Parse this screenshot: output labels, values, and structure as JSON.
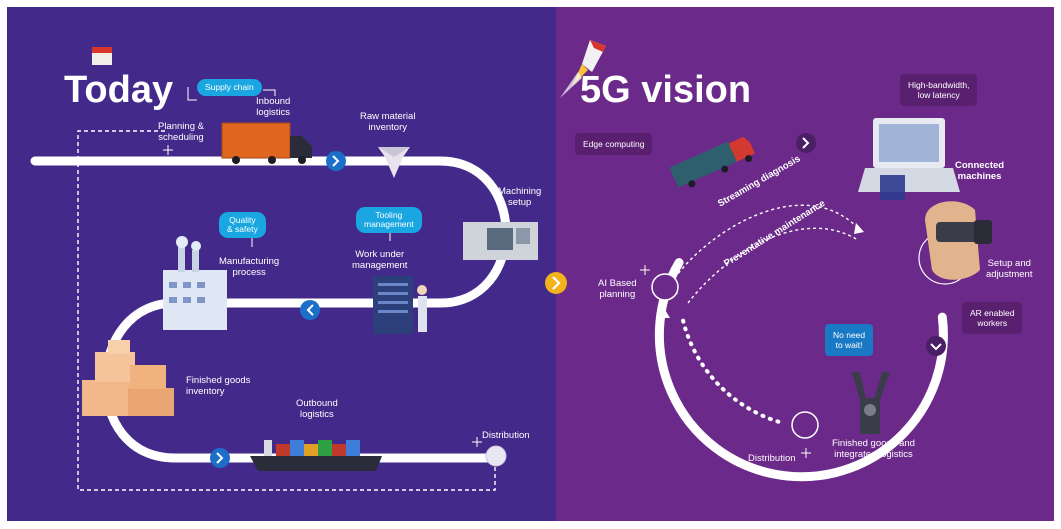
{
  "today": {
    "title": "Today",
    "supply_chain": "Supply chain",
    "planning": "Planning &\nscheduling",
    "inbound": "Inbound\nlogistics",
    "raw_material": "Raw material\ninventory",
    "machining": "Machining\nsetup",
    "tooling": "Tooling\nmanagement",
    "work_under": "Work under\nmanagement",
    "quality": "Quality\n& safety",
    "manufacturing": "Manufacturing\nprocess",
    "finished_goods": "Finished goods\ninventory",
    "outbound": "Outbound\nlogistics",
    "distribution": "Distribution"
  },
  "vision": {
    "title": "5G vision",
    "edge": "Edge computing",
    "high_bandwidth": "High-bandwidth,\nlow latency",
    "connected": "Connected\nmachines",
    "streaming": "Streaming diagnosis",
    "preventive": "Preventative maintenance",
    "ai_planning": "AI Based\nplanning",
    "setup": "Setup and\nadjustment",
    "ar_workers": "AR enabled\nworkers",
    "no_wait": "No need\nto wait!",
    "distribution": "Distribution",
    "finished": "Finished goods and\nintegrated logistics"
  },
  "colors": {
    "today_bg": "#432a8a",
    "vision_bg": "#6b2a89",
    "accent_blue": "#1aa6e0",
    "arrow_blue": "#1b6fc9",
    "arrow_yellow": "#f2b21b"
  },
  "icons": [
    "calendar-icon",
    "rocket-icon",
    "truck-icon",
    "diamond-icon",
    "cnc-machine-icon",
    "server-rack-icon",
    "factory-icon",
    "boxes-icon",
    "cargo-ship-icon",
    "laptop-icon",
    "vr-headset-icon",
    "robot-arm-icon",
    "chevron-right-icon",
    "chevron-left-icon",
    "chevron-down-icon"
  ]
}
